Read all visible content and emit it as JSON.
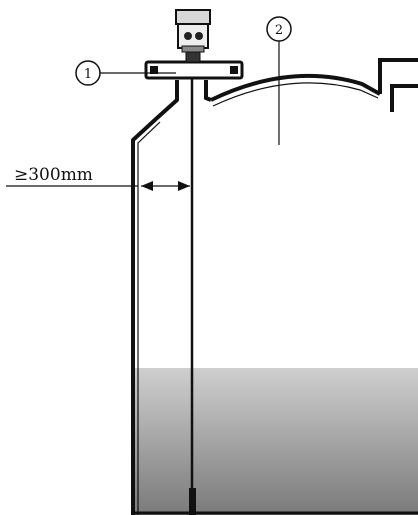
{
  "callouts": {
    "probe": "1",
    "tank": "2"
  },
  "dimension": {
    "wall_clearance": "≥300mm"
  },
  "colors": {
    "line": "#111111",
    "liquid_top": "#cfcfcf",
    "liquid_bottom": "#7a7a7a"
  }
}
